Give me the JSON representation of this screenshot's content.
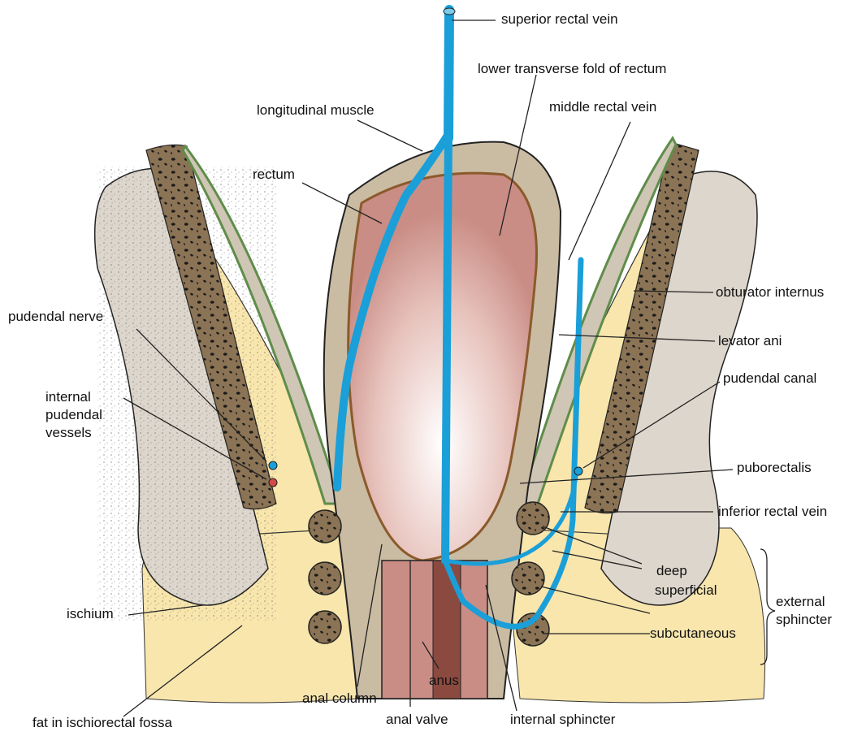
{
  "labels": {
    "superior_rectal_vein": "superior rectal vein",
    "lower_transverse_fold": "lower transverse fold of rectum",
    "longitudinal_muscle": "longitudinal muscle",
    "middle_rectal_vein": "middle rectal vein",
    "rectum": "rectum",
    "obturator_internus": "obturator internus",
    "pudendal_nerve": "pudendal nerve",
    "levator_ani": "levator ani",
    "internal_pudendal_vessels": "internal\npudendal\nvessels",
    "pudendal_canal": "pudendal canal",
    "puborectalis": "puborectalis",
    "inferior_rectal_vein": "inferior rectal vein",
    "deep": "deep",
    "superficial": "superficial",
    "external_sphincter": "external\nsphincter",
    "ischium": "ischium",
    "subcutaneous": "subcutaneous",
    "anus": "anus",
    "anal_column": "anal column",
    "fat_in_ischiorectal_fossa": "fat in ischiorectal fossa",
    "anal_valve": "anal valve",
    "internal_sphincter": "internal sphincter"
  },
  "colors": {
    "vein": "#1a9fd8",
    "fat": "#f8e6ad",
    "bone": "#ddd6cc",
    "muscle": "#c98d85",
    "fascia": "#8db870",
    "artery": "#d04a4a"
  }
}
